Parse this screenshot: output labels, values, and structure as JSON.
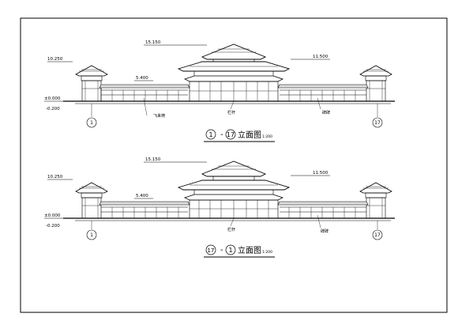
{
  "elevations": [
    {
      "id": "elevation-1-17",
      "title_start": "1",
      "title_dash": "-",
      "title_end": "17",
      "title_text": "立面图",
      "scale": "1:200",
      "levels": {
        "top_ridge": "15.150",
        "side_pavilion": "10.250",
        "right_roof": "11.500",
        "corridor": "5.400",
        "ground": "±0.000",
        "base": "-0.200"
      },
      "axis_left": "1",
      "axis_right": "17",
      "labels": [
        "飞来椅",
        "栏杆",
        "碑碑"
      ]
    },
    {
      "id": "elevation-17-1",
      "title_start": "17",
      "title_dash": "-",
      "title_end": "1",
      "title_text": "立面图",
      "scale": "1:200",
      "levels": {
        "top_ridge": "15.150",
        "side_pavilion": "10.250",
        "right_roof": "11.500",
        "corridor": "5.400",
        "ground": "±0.000",
        "base": "-0.200"
      },
      "axis_left": "1",
      "axis_right": "17",
      "labels": [
        "栏杆",
        "碑碑"
      ]
    }
  ]
}
